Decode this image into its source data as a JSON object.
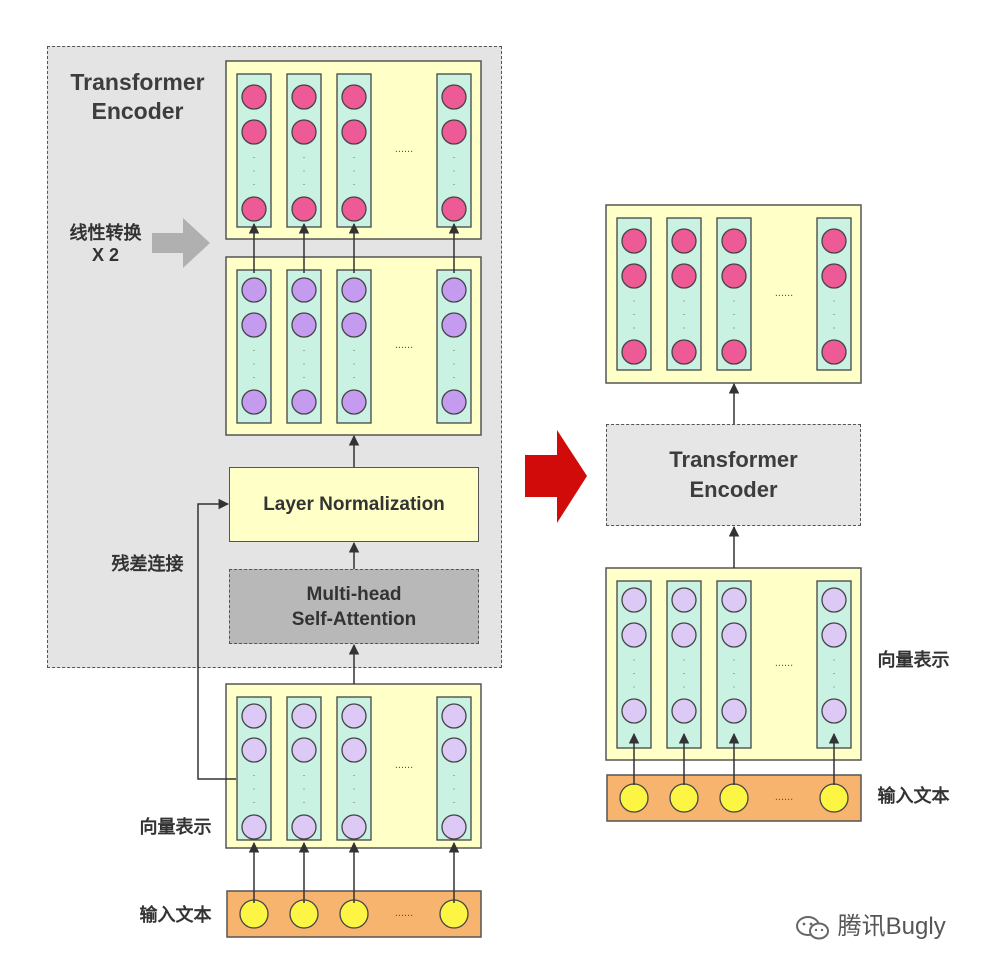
{
  "left": {
    "encoder_title_line1": "Transformer",
    "encoder_title_line2": "Encoder",
    "linear_transform_line1": "线性转换",
    "linear_transform_line2": "X 2",
    "layer_norm_label": "Layer Normalization",
    "mha_line1": "Multi-head",
    "mha_line2": "Self-Attention",
    "residual_label": "残差连接",
    "vector_label": "向量表示",
    "input_label": "输入文本",
    "ellipsis": "......"
  },
  "right": {
    "encoder_line1": "Transformer",
    "encoder_line2": "Encoder",
    "vector_label": "向量表示",
    "input_label": "输入文本",
    "ellipsis": "......"
  },
  "watermark": "腾讯Bugly",
  "colors": {
    "output_circle": "#ee5a95",
    "hidden_circle": "#c59bf0",
    "embed_circle": "#dcc9f5",
    "token_circle": "#fdf543",
    "column_fill": "#c9f2e2",
    "block_fill": "#ffffc8",
    "input_bar": "#f7b46e",
    "big_arrow": "#d10a0a",
    "gray_arrow": "#b0b0b0"
  }
}
